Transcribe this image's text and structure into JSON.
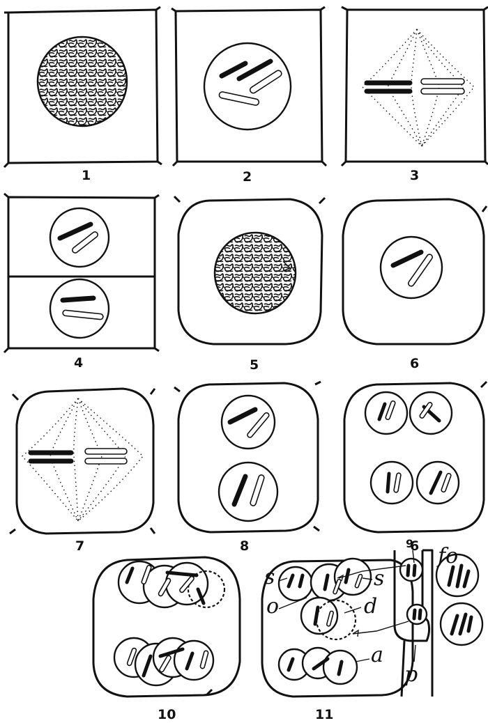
{
  "figure": {
    "panel_numbers": [
      "1",
      "2",
      "3",
      "4",
      "5",
      "6",
      "7",
      "8",
      "9",
      "10",
      "11"
    ],
    "labels": {
      "s": "s",
      "o": "o",
      "d": "d",
      "a": "a",
      "fo": "fo",
      "p": "p"
    },
    "colors": {
      "ink": "#111111",
      "paper": "#ffffff"
    }
  }
}
